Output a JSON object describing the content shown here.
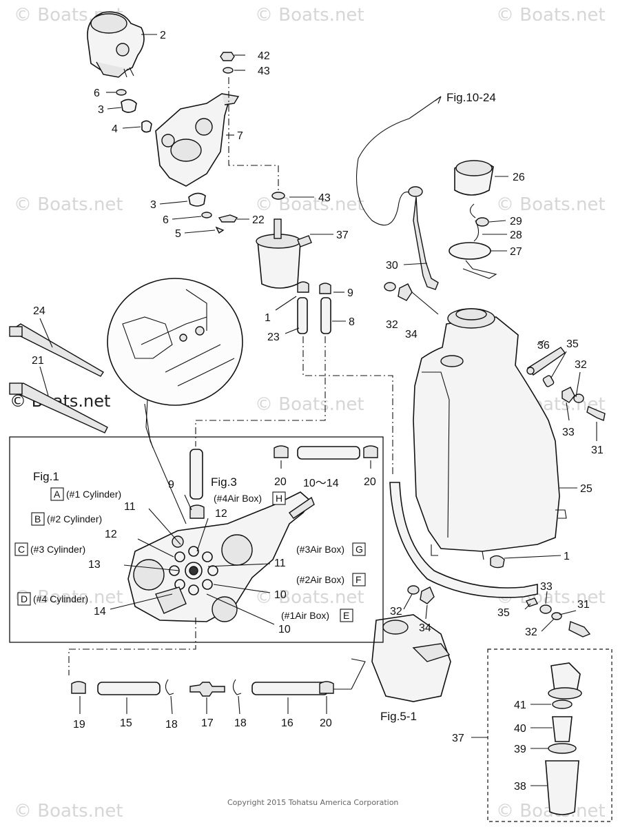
{
  "watermark": "© Boats.net",
  "copyright": "Copyright 2015 Tohatsu America Corporation",
  "figure_refs": {
    "fig_10_24": "Fig.10-24",
    "fig_5_1": "Fig.5-1",
    "fig_1": "Fig.1",
    "fig_3": "Fig.3"
  },
  "inset": {
    "cylinders": [
      {
        "letter": "A",
        "text": "(#1 Cylinder)"
      },
      {
        "letter": "B",
        "text": "(#2 Cylinder)"
      },
      {
        "letter": "C",
        "text": "(#3 Cylinder)"
      },
      {
        "letter": "D",
        "text": "(#4 Cylinder)"
      }
    ],
    "air_boxes": [
      {
        "letter": "H",
        "text": "(#4Air Box)"
      },
      {
        "letter": "G",
        "text": "(#3Air Box)"
      },
      {
        "letter": "F",
        "text": "(#2Air Box)"
      },
      {
        "letter": "E",
        "text": "(#1Air Box)"
      }
    ],
    "range_label": "10～14"
  },
  "callouts": {
    "c2": "2",
    "c42": "42",
    "c43a": "43",
    "c6a": "6",
    "c3a": "3",
    "c4": "4",
    "c7": "7",
    "c3b": "3",
    "c6b": "6",
    "c22": "22",
    "c43b": "43",
    "c5": "5",
    "c37a": "37",
    "c26": "26",
    "c29": "29",
    "c28": "28",
    "c27": "27",
    "c30": "30",
    "c32a": "32",
    "c34a": "34",
    "c9a": "9",
    "c1a": "1",
    "c8": "8",
    "c23": "23",
    "c24": "24",
    "c21": "21",
    "c36": "36",
    "c35a": "35",
    "c32b": "32",
    "c33a": "33",
    "c31a": "31",
    "c25": "25",
    "c1b": "1",
    "c33b": "33",
    "c31b": "31",
    "c35b": "35",
    "c32c": "32",
    "c32d": "32",
    "c34b": "34",
    "c20a": "20",
    "c20b": "20",
    "c9b": "9",
    "c11a": "11",
    "c12a": "12",
    "c12b": "12",
    "c11b": "11",
    "c13": "13",
    "c10a": "10",
    "c14": "14",
    "c10b": "10",
    "c19": "19",
    "c15": "15",
    "c18a": "18",
    "c17": "17",
    "c18b": "18",
    "c16": "16",
    "c20c": "20",
    "c37b": "37",
    "c41": "41",
    "c40": "40",
    "c39": "39",
    "c38": "38"
  }
}
